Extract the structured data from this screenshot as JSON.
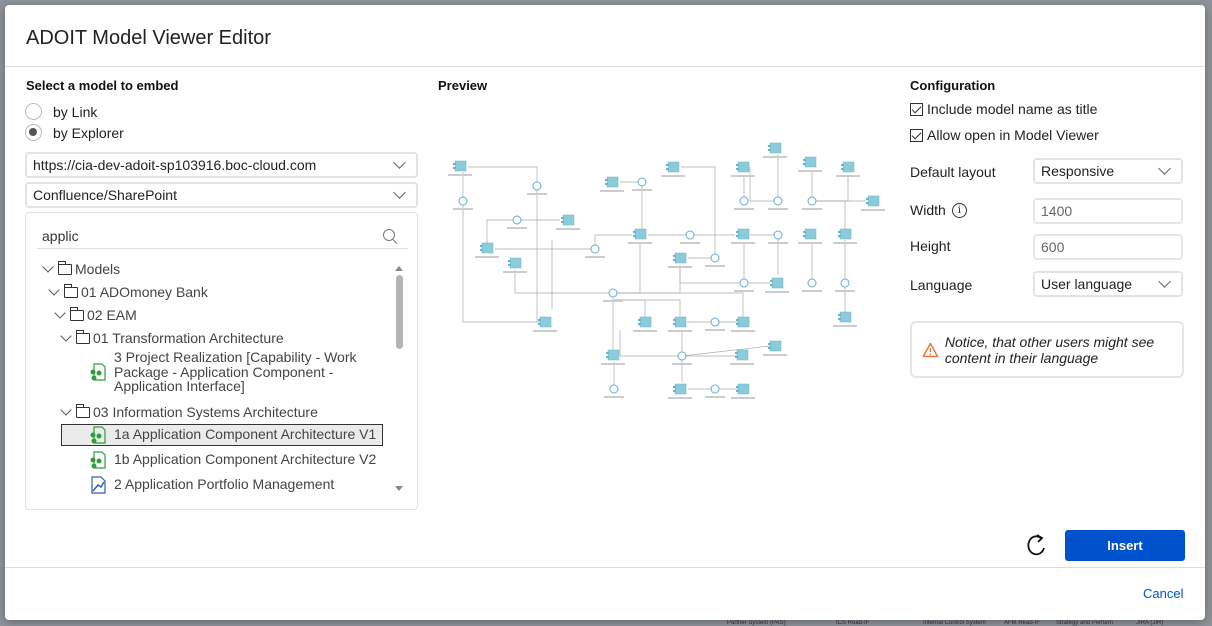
{
  "dialog": {
    "title": "ADOIT Model Viewer Editor"
  },
  "select_model": {
    "heading": "Select a model to embed",
    "options": [
      {
        "label": "by Link",
        "selected": false
      },
      {
        "label": "by Explorer",
        "selected": true
      }
    ],
    "server_url": "https://cia-dev-adoit-sp103916.boc-cloud.com",
    "repository": "Confluence/SharePoint",
    "search_value": "applic",
    "tree": [
      {
        "label": "Models",
        "type": "folder"
      },
      {
        "label": "01 ADOmoney Bank",
        "type": "folder"
      },
      {
        "label": "02 EAM",
        "type": "folder"
      },
      {
        "label": "01 Transformation Architecture",
        "type": "folder"
      },
      {
        "label": "3 Project Realization [Capability - Work Package - Application Component - Application Interface]",
        "lines": [
          "3 Project Realization [Capability - Work",
          "Package - Application Component -",
          "Application Interface]"
        ],
        "type": "model"
      },
      {
        "label": "03 Information Systems Architecture",
        "type": "folder"
      },
      {
        "label": "1a Application Component Architecture V1",
        "type": "model",
        "selected": true
      },
      {
        "label": "1b Application Component Architecture V2",
        "type": "model"
      },
      {
        "label": "2 Application Portfolio Management",
        "type": "chart-model"
      }
    ]
  },
  "preview": {
    "heading": "Preview"
  },
  "configuration": {
    "heading": "Configuration",
    "include_title": {
      "label": "Include model name as title",
      "checked": true
    },
    "allow_open": {
      "label": "Allow open in Model Viewer",
      "checked": true
    },
    "default_layout": {
      "label": "Default layout",
      "value": "Responsive"
    },
    "width": {
      "label": "Width",
      "value": "1400"
    },
    "height": {
      "label": "Height",
      "value": "600"
    },
    "language": {
      "label": "Language",
      "value": "User language"
    },
    "notice": "Notice, that other users might see content in their language"
  },
  "footer": {
    "insert": "Insert",
    "cancel": "Cancel"
  },
  "background": [
    "Partner System (PAS)",
    "ICS Read-IF",
    "Internal Control System",
    "AFM Read-IF",
    "Strategy and Perform",
    "JIRA (JIR)"
  ],
  "colors": {
    "primary": "#0052cc",
    "warning": "#e8733a",
    "model_icon": "#2e9e3e",
    "component": "#8ccbdb"
  }
}
